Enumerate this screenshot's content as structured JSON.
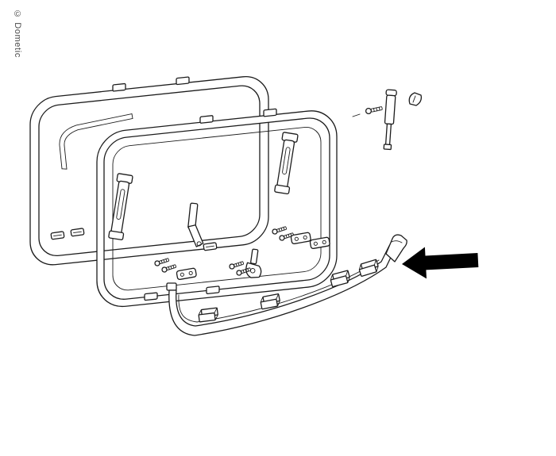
{
  "copyright": "© Dometic",
  "colors": {
    "background": "#ffffff",
    "line": "#1c1c1c",
    "arrow": "#000000"
  },
  "arrow": {
    "direction": "left"
  },
  "parts": {
    "outer_frame": "outer window frame",
    "window_pane": "window pane with frame",
    "seal_strip": "corner seal strip",
    "lift_arm_left": "left lift arm",
    "lift_arm_right": "right lift arm",
    "center_latch": "center latch",
    "latch_part": "latch lock part",
    "screw_set": "screw set",
    "mounting_plate": "mounting plate",
    "bracket": "small bracket",
    "bottom_rail": "bottom trim rail",
    "rail_clip": "rail mounting clip",
    "gas_strut": "support strut",
    "screw": "screw",
    "end_cap": "end cap",
    "indicator_arrow": "indicator arrow"
  }
}
